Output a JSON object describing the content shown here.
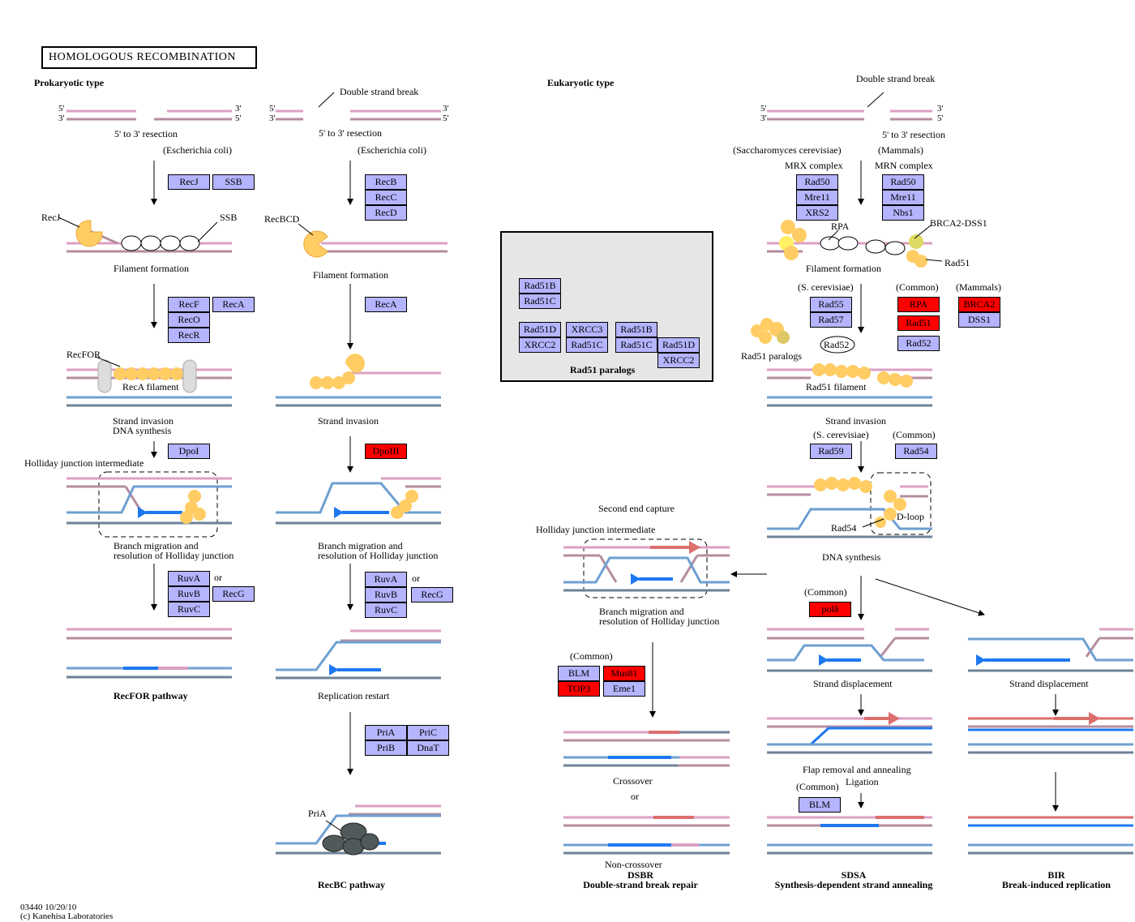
{
  "title": "HOMOLOGOUS RECOMBINATION",
  "labels": {
    "prokaryotic_type": "Prokaryotic type",
    "eukaryotic_type": "Eukaryotic type",
    "double_strand_break_a": "Double strand break",
    "double_strand_break_b": "Double strand break",
    "resection_1": "5' to 3' resection",
    "resection_2": "5' to 3' resection",
    "resection_3": "5' to 3' resection",
    "ecoli_1": "(Escherichia coli)",
    "ecoli_2": "(Escherichia coli)",
    "sacch": "(Saccharomyces cerevisiae)",
    "mammals_1": "(Mammals)",
    "mrx_complex": "MRX complex",
    "mrn_complex": "MRN complex",
    "recj": "RecJ",
    "ssb": "SSB",
    "recbcd": "RecBCD",
    "rpa_lbl": "RPA",
    "brca2_dss1_lbl": "BRCA2-DSS1",
    "rad51_lbl": "Rad51",
    "filament_1": "Filament formation",
    "filament_2": "Filament formation",
    "filament_3": "Filament formation",
    "recfor": "RecFOR",
    "reca_filament": "RecA filament",
    "s_cerevisiae_1": "(S. cerevisiae)",
    "common_1": "(Common)",
    "mammals_2": "(Mammals)",
    "rad52_lbl": "Rad52",
    "rad51_paralogs_lbl": "Rad51 paralogs",
    "rad51_filament": "Rad51 filament",
    "rad51_paralogs_title": "Rad51 paralogs",
    "strand_invasion_dna_1": "Strand invasion",
    "strand_invasion_dna_2": "DNA synthesis",
    "strand_invasion_2": "Strand invasion",
    "strand_invasion_3": "Strand invasion",
    "s_cerevisiae_2": "(S. cerevisiae)",
    "common_2": "(Common)",
    "holliday_1": "Holliday junction intermediate",
    "holliday_2": "Holliday junction intermediate",
    "second_end_capture": "Second end capture",
    "d_loop": "D-loop",
    "rad54_lbl": "Rad54",
    "dna_synthesis": "DNA synthesis",
    "branch_1a": "Branch migration and",
    "branch_1b": "resolution of Holliday junction",
    "branch_2a": "Branch migration and",
    "branch_2b": "resolution of Holliday junction",
    "branch_3a": "Branch migration and",
    "branch_3b": "resolution of Holliday junction",
    "or_1": "or",
    "or_2": "or",
    "common_3": "(Common)",
    "common_4": "(Common)",
    "common_5": "(Common)",
    "strand_displacement_1": "Strand displacement",
    "strand_displacement_2": "Strand displacement",
    "replication_restart": "Replication restart",
    "recfor_pathway": "RecFOR pathway",
    "crossover": "Crossover",
    "or_3": "or",
    "non_crossover": "Non-crossover",
    "flap_removal": "Flap removal and annealing",
    "ligation": "Ligation",
    "pria_lbl": "PriA",
    "recbc_pathway": "RecBC pathway",
    "dsbr": "DSBR",
    "dsbr_full": "Double-strand break repair",
    "sdsa": "SDSA",
    "sdsa_full": "Synthesis-dependent strand annealing",
    "bir": "BIR",
    "bir_full": "Break-induced replication",
    "footer_id": "03440 10/20/10",
    "footer_copy": "(c) Kanehisa Laboratories",
    "p5a": "5'",
    "p3a": "3'",
    "p3b": "3'",
    "p5b": "5'",
    "p5c": "5'",
    "p3c": "3'",
    "p3d": "3'",
    "p5d": "5'",
    "p5e": "5'",
    "p3e": "3'",
    "p3f": "3'",
    "p5f": "5'"
  },
  "genes": {
    "recj": "RecJ",
    "ssb": "SSB",
    "recb": "RecB",
    "recc": "RecC",
    "recd": "RecD",
    "recf": "RecF",
    "reco": "RecO",
    "recr": "RecR",
    "reca_1": "RecA",
    "reca_2": "RecA",
    "dpoi": "DpoI",
    "dpoiii": "DpoIII",
    "ruva_1": "RuvA",
    "ruvb_1": "RuvB",
    "ruvc_1": "RuvC",
    "recg_1": "RecG",
    "ruva_2": "RuvA",
    "ruvb_2": "RuvB",
    "ruvc_2": "RuvC",
    "recg_2": "RecG",
    "pria": "PriA",
    "pric": "PriC",
    "prib": "PriB",
    "dnat": "DnaT",
    "rad50_1": "Rad50",
    "mre11_1": "Mre11",
    "xrs2": "XRS2",
    "rad50_2": "Rad50",
    "mre11_2": "Mre11",
    "nbs1": "Nbs1",
    "rad51b_1": "Rad51B",
    "rad51c_1": "Rad51C",
    "rad51d_1": "Rad51D",
    "xrcc2_1": "XRCC2",
    "xrcc3": "XRCC3",
    "rad51c_2": "Rad51C",
    "rad51b_2": "Rad51B",
    "rad51c_3": "Rad51C",
    "rad51d_2": "Rad51D",
    "xrcc2_2": "XRCC2",
    "rad55": "Rad55",
    "rad57": "Rad57",
    "rpa": "RPA",
    "rad51": "Rad51",
    "rad52": "Rad52",
    "brca2": "BRCA2",
    "dss1": "DSS1",
    "rad59": "Rad59",
    "rad54": "Rad54",
    "pol_delta": "polδ",
    "blm_1": "BLM",
    "top3": "TOP3",
    "mus81": "Mus81",
    "eme1": "Eme1",
    "blm_2": "BLM"
  },
  "colors": {
    "gene_default": "#b4b4ff",
    "gene_highlight": "#ff0000",
    "strand_pink": "#dca0c3",
    "strand_mauve": "#b48ca0",
    "strand_blue": "#6ea0d2",
    "strand_slate": "#6e8296",
    "new_strand": "#1e78f0",
    "new_strand_red": "#dc6e6e",
    "protein_yellow": "#ffcd64"
  }
}
